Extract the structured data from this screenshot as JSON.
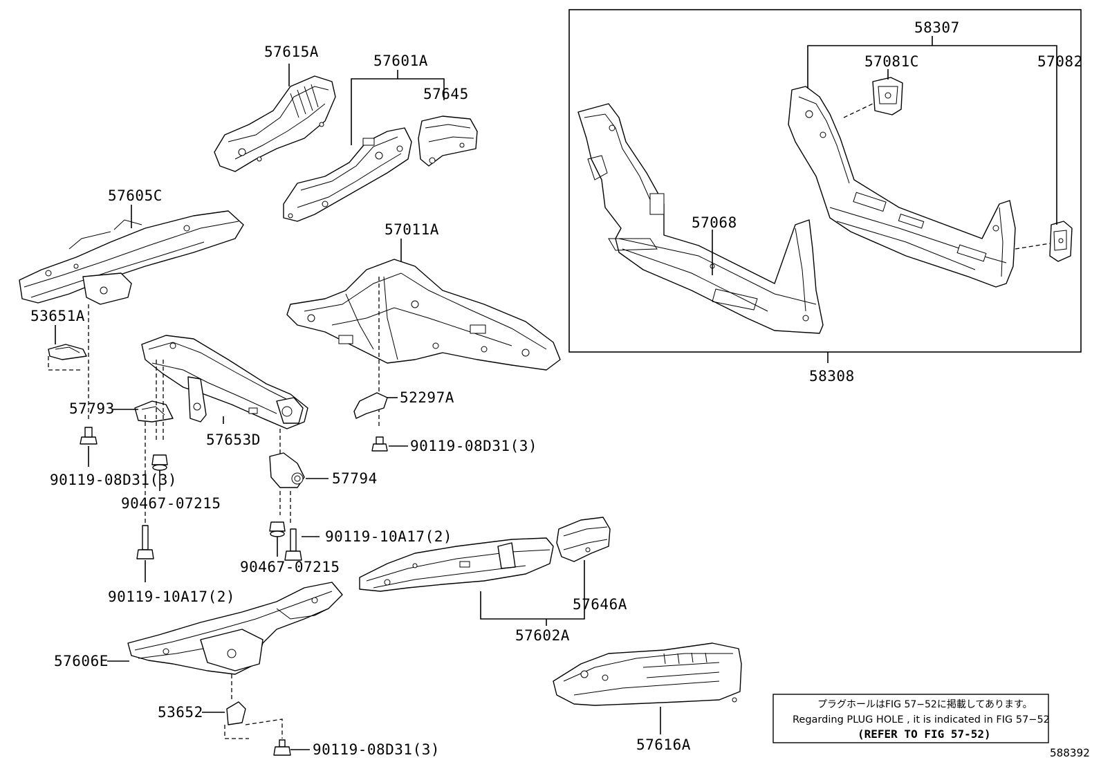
{
  "labels": {
    "p57615A": "57615A",
    "p57601A": "57601A",
    "p57645": "57645",
    "p57605C": "57605C",
    "p57011A": "57011A",
    "p53651A": "53651A",
    "p57793": "57793",
    "p57653D": "57653D",
    "p52297A": "52297A",
    "p90119_08D31_a": "90119-08D31(3)",
    "p90119_08D31_b": "90119-08D31(3)",
    "p90119_08D31_c": "90119-08D31(3)",
    "p57794": "57794",
    "p90467_07215_a": "90467-07215",
    "p90467_07215_b": "90467-07215",
    "p90119_10A17_a": "90119-10A17(2)",
    "p90119_10A17_b": "90119-10A17(2)",
    "p57606E": "57606E",
    "p53652": "53652",
    "p57602A": "57602A",
    "p57646A": "57646A",
    "p57616A": "57616A",
    "p58307": "58307",
    "p57081C": "57081C",
    "p57082": "57082",
    "p57068": "57068",
    "p58308": "58308"
  },
  "note": {
    "line_jp": "プラグホールはFIG 57−52に掲載してあります。",
    "line_en": "Regarding  PLUG  HOLE , it is indicated in FIG  57−52",
    "line_ref": "(REFER TO FIG 57-52)"
  },
  "figure_id": "588392"
}
